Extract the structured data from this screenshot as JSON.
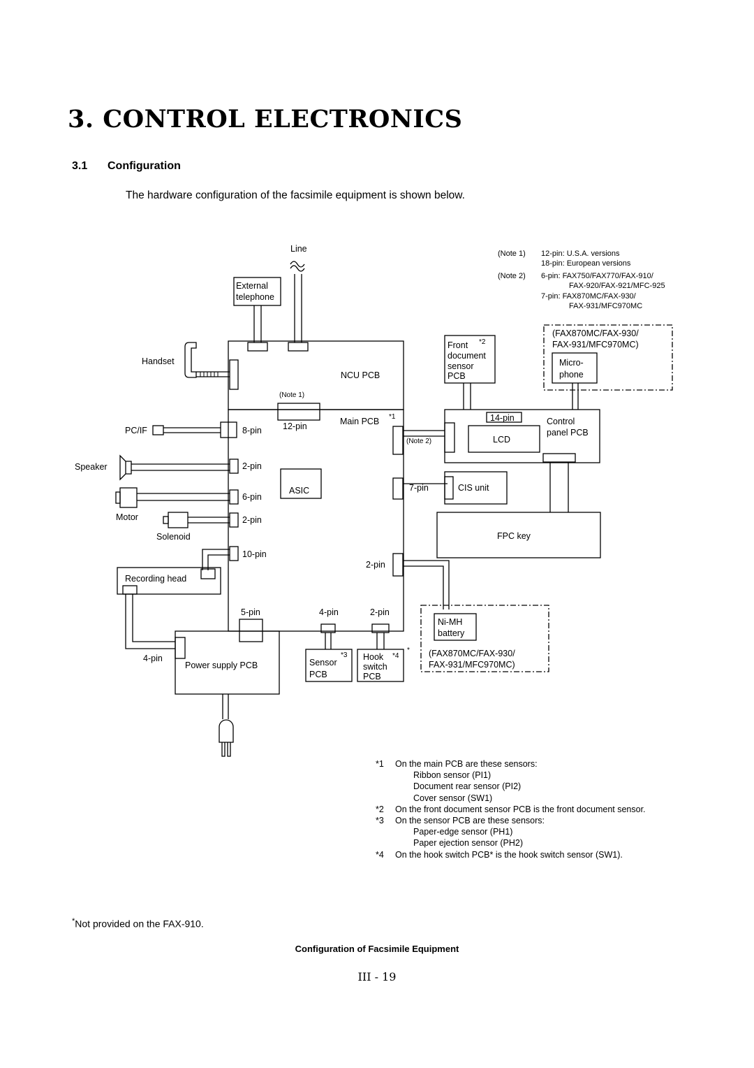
{
  "header": {
    "title": "3.  CONTROL ELECTRONICS",
    "section_number": "3.1",
    "section_title": "Configuration",
    "intro": "The hardware configuration of the facsimile equipment is shown below."
  },
  "diagram": {
    "line": "Line",
    "external_telephone": [
      "External",
      "telephone"
    ],
    "handset": "Handset",
    "ncu_pcb": "NCU PCB",
    "main_pcb": "Main PCB",
    "main_pcb_mark": "*1",
    "note1_tag": "(Note 1)",
    "note2_tag": "(Note 2)",
    "pin_12": "12-pin",
    "pin_8": "8-pin",
    "pin_2_speaker": "2-pin",
    "pin_6": "6-pin",
    "pin_2_solenoid": "2-pin",
    "pin_10": "10-pin",
    "pin_2_right": "2-pin",
    "pin_5": "5-pin",
    "pin_4_bottom": "4-pin",
    "pin_2_bottom": "2-pin",
    "pin_7": "7-pin",
    "pin_14": "14-pin",
    "pin_4_power": "4-pin",
    "asic": "ASIC",
    "pc_if": "PC/IF",
    "speaker": "Speaker",
    "motor": "Motor",
    "solenoid": "Solenoid",
    "recording_head": "Recording head",
    "power_supply_pcb": "Power supply PCB",
    "sensor_pcb": [
      "Sensor",
      "PCB"
    ],
    "sensor_pcb_mark": "*3",
    "hook_switch_pcb": [
      "Hook",
      "switch",
      "PCB"
    ],
    "hook_switch_mark": "*4",
    "hook_switch_star": "*",
    "front_sensor_pcb": [
      "Front",
      "document",
      "sensor",
      "PCB"
    ],
    "front_sensor_mark": "*2",
    "microphone": [
      "Micro-",
      "phone"
    ],
    "microphone_models": [
      "(FAX870MC/FAX-930/",
      "FAX-931/MFC970MC)"
    ],
    "control_panel_pcb": [
      "Control",
      "panel PCB"
    ],
    "lcd": "LCD",
    "cis_unit": "CIS unit",
    "fpc_key": "FPC key",
    "battery": [
      "Ni-MH",
      "battery"
    ],
    "battery_models": [
      "(FAX870MC/FAX-930/",
      "FAX-931/MFC970MC)"
    ],
    "notes_legend": {
      "note1_label": "(Note 1)",
      "note1_lines": [
        "12-pin:  U.S.A. versions",
        "18-pin:  European versions"
      ],
      "note2_label": "(Note 2)",
      "note2_lines": [
        "6-pin:  FAX750/FAX770/FAX-910/",
        "FAX-920/FAX-921/MFC-925",
        "7-pin:  FAX870MC/FAX-930/",
        "FAX-931/MFC970MC"
      ]
    }
  },
  "footnotes": [
    {
      "mark": "*1",
      "text": "On the main PCB are these sensors:",
      "sub": [
        "Ribbon sensor (PI1)",
        "Document rear sensor (PI2)",
        "Cover sensor (SW1)"
      ]
    },
    {
      "mark": "*2",
      "text": "On the front document sensor PCB is the front document sensor.",
      "sub": []
    },
    {
      "mark": "*3",
      "text": "On the sensor PCB are these sensors:",
      "sub": [
        "Paper-edge sensor (PH1)",
        "Paper ejection sensor (PH2)"
      ]
    },
    {
      "mark": "*4",
      "text": "On the hook switch PCB* is the hook switch sensor (SW1).",
      "sub": []
    }
  ],
  "fax_note": {
    "mark": "*",
    "text": "Not provided on the FAX-910."
  },
  "caption": "Configuration of Facsimile Equipment",
  "page_number": "III - 19"
}
